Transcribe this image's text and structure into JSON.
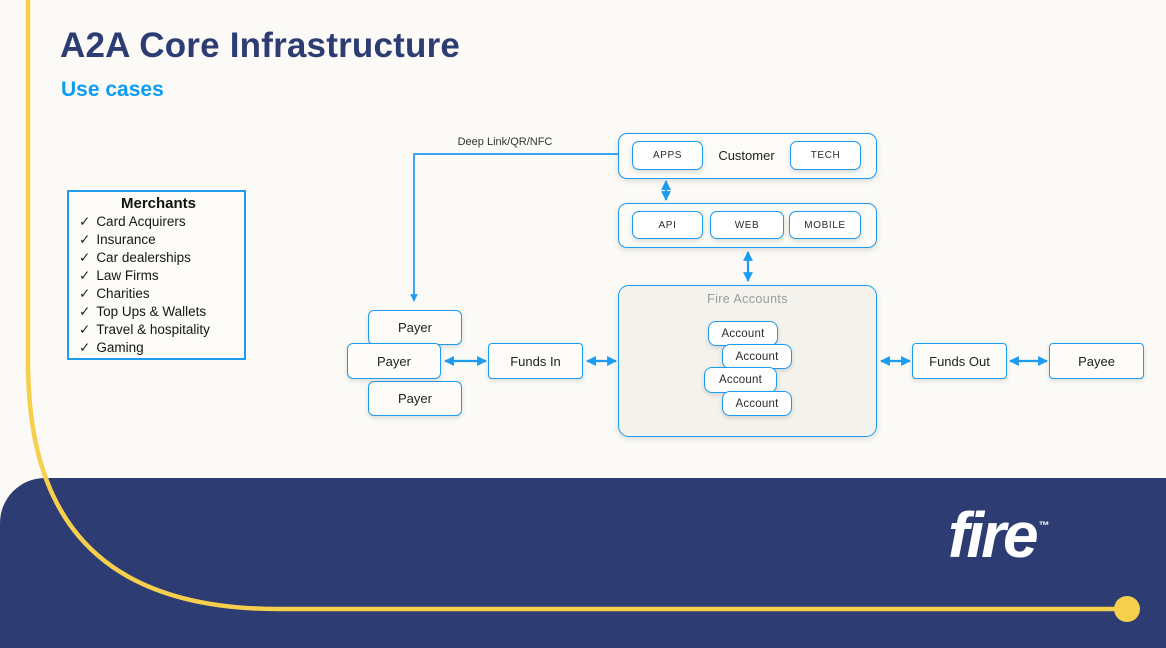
{
  "slide": {
    "title": "A2A Core Infrastructure",
    "subtitle": "Use cases"
  },
  "merchants": {
    "title": "Merchants",
    "check_glyph": "✓",
    "items": [
      "Card Acquirers",
      "Insurance",
      "Car dealerships",
      "Law Firms",
      "Charities",
      "Top Ups & Wallets",
      "Travel & hospitality",
      "Gaming"
    ]
  },
  "diagram": {
    "deep_link_label": "Deep Link/QR/NFC",
    "customer": {
      "label": "Customer",
      "apps": "APPS",
      "tech": "TECH"
    },
    "channels": {
      "api": "API",
      "web": "WEB",
      "mobile": "MOBILE"
    },
    "fire_accounts": {
      "label": "Fire Accounts",
      "accounts": [
        "Account",
        "Account",
        "Account",
        "Account"
      ]
    },
    "payers": [
      "Payer",
      "Payer",
      "Payer"
    ],
    "funds_in": "Funds In",
    "funds_out": "Funds Out",
    "payee": "Payee"
  },
  "footer": {
    "logo": "fire",
    "trademark": "™"
  },
  "colors": {
    "navy": "#2d3d73",
    "accent_blue": "#1d9bf0",
    "subtitle_blue": "#0d9cf2",
    "accent_yellow": "#f6cf4d",
    "background": "#fbfaf6"
  }
}
